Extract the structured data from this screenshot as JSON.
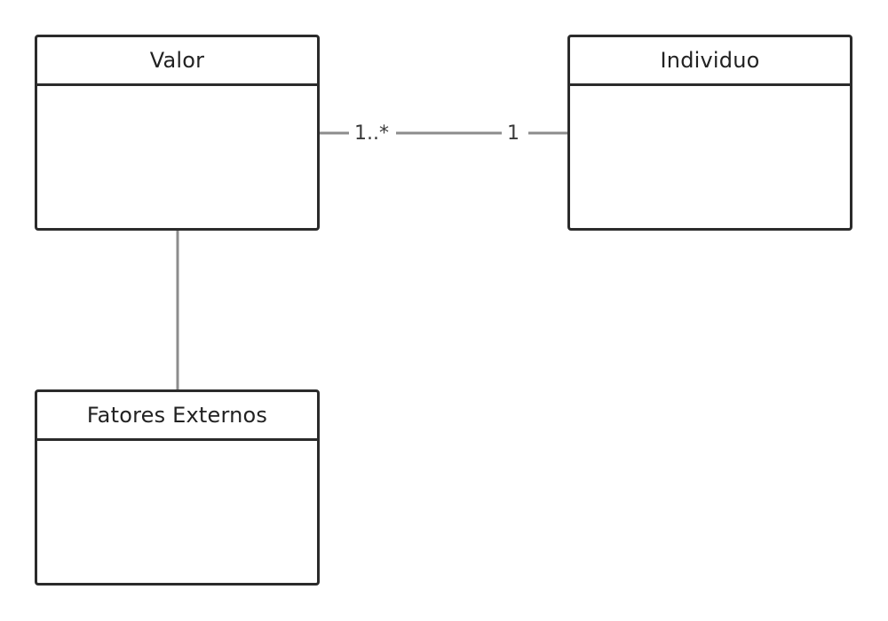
{
  "diagram": {
    "type": "uml-class-diagram",
    "classes": [
      {
        "id": "valor",
        "name": "Valor"
      },
      {
        "id": "individuo",
        "name": "Individuo"
      },
      {
        "id": "fatores",
        "name": "Fatores Externos"
      }
    ],
    "associations": [
      {
        "from": "valor",
        "to": "individuo",
        "from_multiplicity": "1..*",
        "to_multiplicity": "1"
      },
      {
        "from": "valor",
        "to": "fatores"
      }
    ]
  },
  "colors": {
    "box_border": "#2b2b2b",
    "connector": "#8c8c8c",
    "text": "#222222",
    "background": "#ffffff"
  }
}
